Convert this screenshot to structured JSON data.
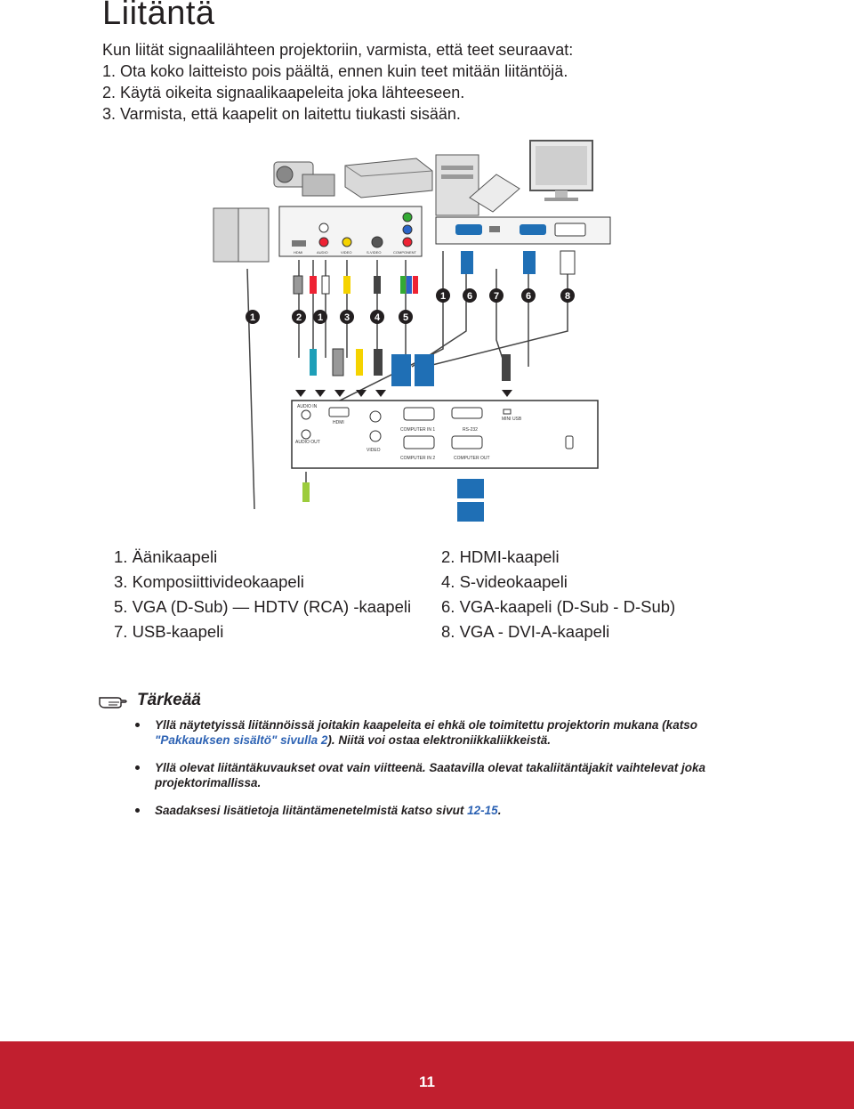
{
  "page": {
    "title": "Liitäntä",
    "intro": "Kun liität signaalilähteen projektoriin, varmista, että teet seuraavat:",
    "steps": [
      "1.  Ota koko laitteisto pois päältä, ennen kuin teet mitään liitäntöjä.",
      "2.  Käytä oikeita signaalikaapeleita joka lähteeseen.",
      "3.  Varmista, että kaapelit on laitettu tiukasti sisään."
    ]
  },
  "diagram": {
    "source_panel_labels": [
      "HDMI",
      "AUDIO",
      "VIDEO",
      "S-VIDEO",
      "COMPONENT"
    ],
    "projector_labels": {
      "audio_in": "AUDIO IN",
      "hdmi": "HDMI",
      "computer_in_1": "COMPUTER IN 1",
      "rs232": "RS-232",
      "mini_usb": "MINI USB",
      "audio_out": "AUDIO OUT",
      "video": "VIDEO",
      "computer_in_2": "COMPUTER IN 2",
      "computer_out": "COMPUTER OUT"
    },
    "cable_numbers_upper": [
      "1",
      "6",
      "7",
      "6",
      "8"
    ],
    "cable_numbers_lower": [
      "1",
      "2",
      "1",
      "3",
      "4",
      "5"
    ]
  },
  "cables": {
    "left": [
      "1. Äänikaapeli",
      "3. Komposiittivideokaapeli",
      "5. VGA (D-Sub) — HDTV (RCA) -kaapeli",
      "7. USB-kaapeli"
    ],
    "right": [
      "2. HDMI-kaapeli",
      "4. S-videokaapeli",
      "6. VGA-kaapeli (D-Sub - D-Sub)",
      "8. VGA - DVI-A-kaapeli"
    ]
  },
  "important": {
    "heading": "Tärkeää",
    "icon": "pointing-hand-icon",
    "notes": {
      "n1_before": "Yllä näytetyissä liitännöissä joitakin kaapeleita ei ehkä ole toimitettu projektorin mukana (katso ",
      "n1_link": "\"Pakkauksen sisältö\" sivulla 2",
      "n1_after": "). Niitä voi ostaa elektroniikkaliikkeistä.",
      "n2": "Yllä olevat liitäntäkuvaukset ovat vain viitteenä. Saatavilla olevat takaliitäntäjakit vaihtelevat joka projektorimallissa.",
      "n3_before": "Saadaksesi lisätietoja liitäntämenetelmistä katso sivut ",
      "n3_link": "12-15",
      "n3_after": "."
    }
  },
  "footer": {
    "page_number": "11",
    "color": "#c11f2f"
  },
  "colors": {
    "link": "#2e63b4",
    "vga_blue": "#1f6fb5",
    "text": "#231f20"
  }
}
